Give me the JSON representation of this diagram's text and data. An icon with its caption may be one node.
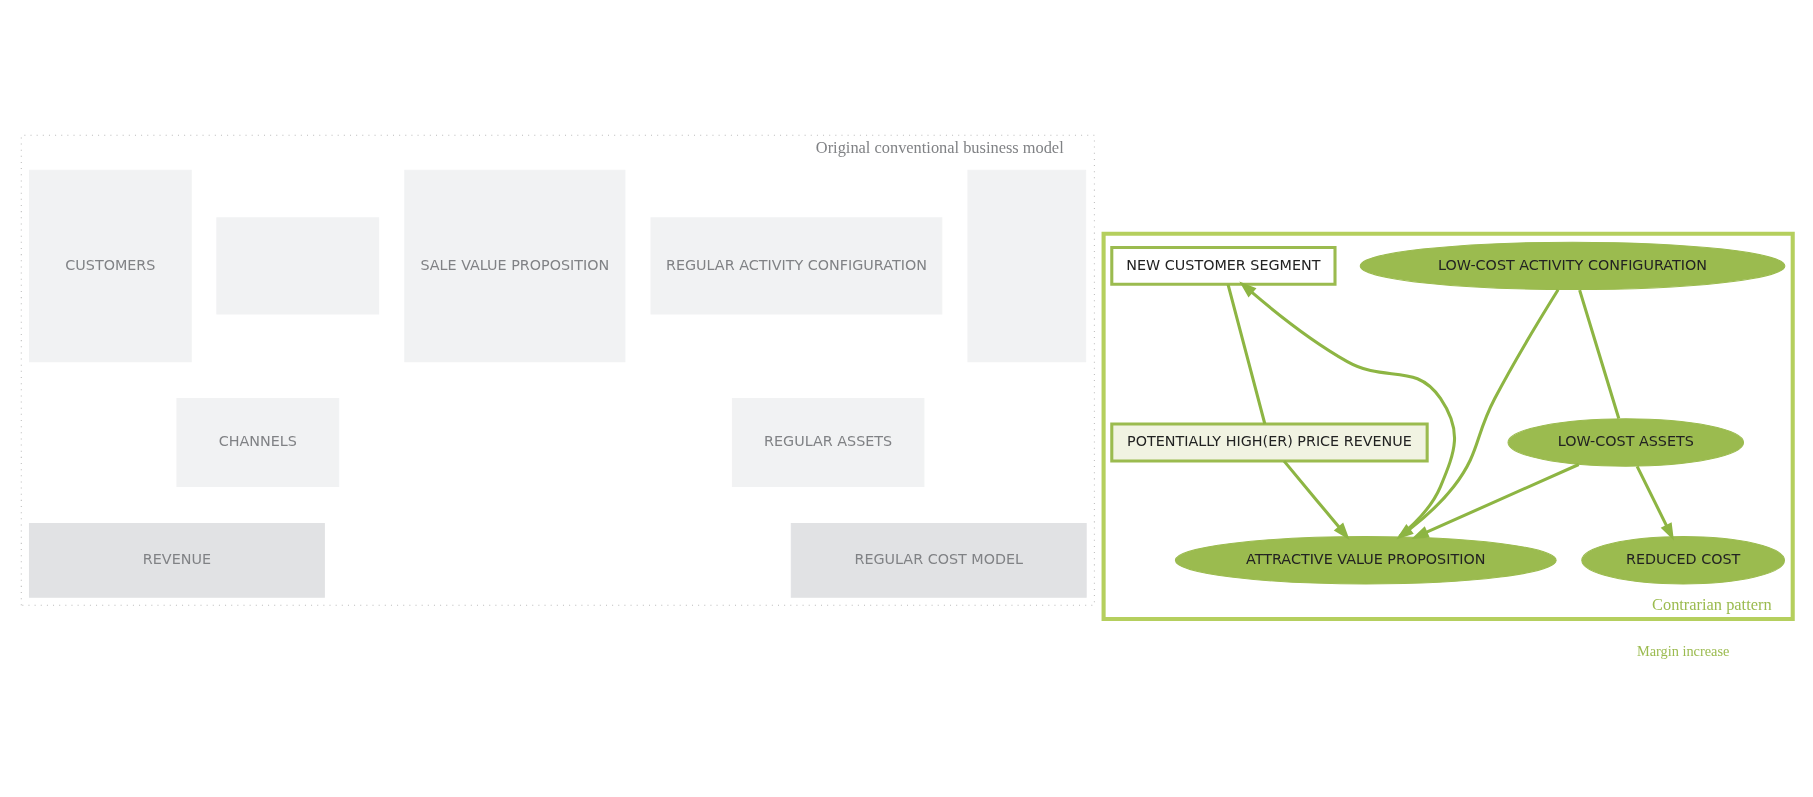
{
  "diagram": {
    "nodes": [
      {
        "text": [
          "Original conventional business model"
        ]
      },
      {
        "text": [],
        "shape": "box",
        "in": 0
      },
      {
        "text": [
          "REGULAR ACTIVITY CONFIGURATION"
        ],
        "in": 0
      },
      {
        "text": [
          "SALE VALUE PROPOSITION"
        ],
        "in": 0
      },
      {
        "text": [],
        "shape": "box",
        "in": 0
      },
      {
        "text": [
          "CUSTOMERS"
        ],
        "in": 0
      },
      {
        "text": [
          "REGULAR ASSETS"
        ],
        "in": 0
      },
      {
        "text": [
          "CHANNELS"
        ],
        "in": 0
      },
      {
        "text": [
          "REVENUE"
        ],
        "in": 0
      },
      {
        "text": [
          "REGULAR COST MODEL"
        ],
        "in": 0
      },
      {
        "text": [
          "Contrarian pattern"
        ]
      },
      {
        "text": [
          "LOW-COST ACTIVITY CONFIGURATION"
        ],
        "in": 10
      },
      {
        "text": [
          "NEW CUSTOMER SEGMENT"
        ],
        "in": 10
      },
      {
        "text": [
          "ATTRACTIVE VALUE PROPOSITION"
        ],
        "in": 10
      },
      {
        "text": [
          "LOW-COST ASSETS"
        ],
        "in": 10
      },
      {
        "text": [
          "POTENTIALLY HIGH(ER) PRICE REVENUE"
        ],
        "in": 10
      },
      {
        "text": [
          "REDUCED COST"
        ],
        "in": 10
      }
    ],
    "edges": [
      {
        "from": 11,
        "to": 13,
        "arrow": "to"
      },
      {
        "from": 11,
        "to": 14,
        "arrow": "none"
      },
      {
        "from": 14,
        "to": 13,
        "arrow": "to"
      },
      {
        "from": 14,
        "to": 16,
        "arrow": "to"
      },
      {
        "from": 13,
        "to": 12,
        "arrow": "to"
      },
      {
        "from": 12,
        "to": 15,
        "arrow": "none"
      },
      {
        "from": 15,
        "to": 13,
        "arrow": "to"
      }
    ],
    "labels": [
      "Margin increase"
    ]
  }
}
